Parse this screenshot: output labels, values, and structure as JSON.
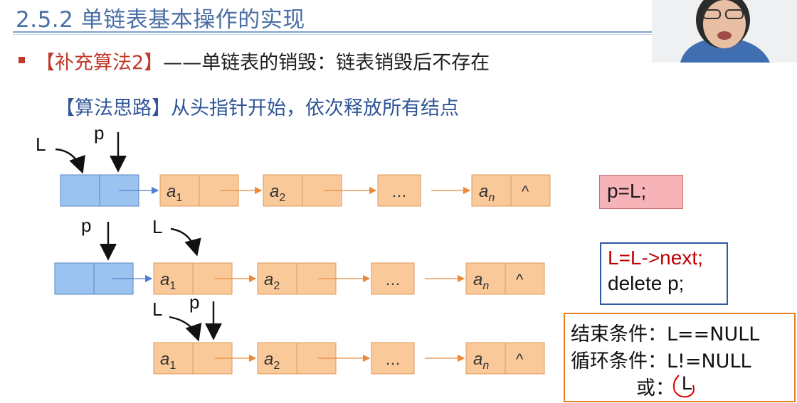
{
  "title": "2.5.2 单链表基本操作的实现",
  "bullet_line": {
    "tag": "【补充算法2】",
    "text": "——单链表的销毁：链表销毁后不存在"
  },
  "idea_line": "【算法思路】从头指针开始，依次释放所有结点",
  "pointers": {
    "L": "L",
    "p": "p"
  },
  "nodes": {
    "a": "a",
    "sub1": "1",
    "sub2": "2",
    "subn": "n",
    "ellipsis": "…",
    "null_symbol": "^"
  },
  "code_box_1": "p=L;",
  "code_box_2": {
    "line1": "L=L->next;",
    "line2": "delete p;"
  },
  "conditions": {
    "end": "结束条件：L==NULL",
    "loop": "循环条件：L!=NULL",
    "or_prefix": "或：",
    "or_value": "L"
  },
  "colors": {
    "title": "#4a6fa5",
    "head_node_fill": "#9cc3f0",
    "data_node_fill": "#f9c99a",
    "arrow_orange": "#ea8a3a",
    "arrow_blue": "#4f7fcf",
    "highlight_red": "#c00000"
  },
  "icons": [
    "presenter-video"
  ]
}
